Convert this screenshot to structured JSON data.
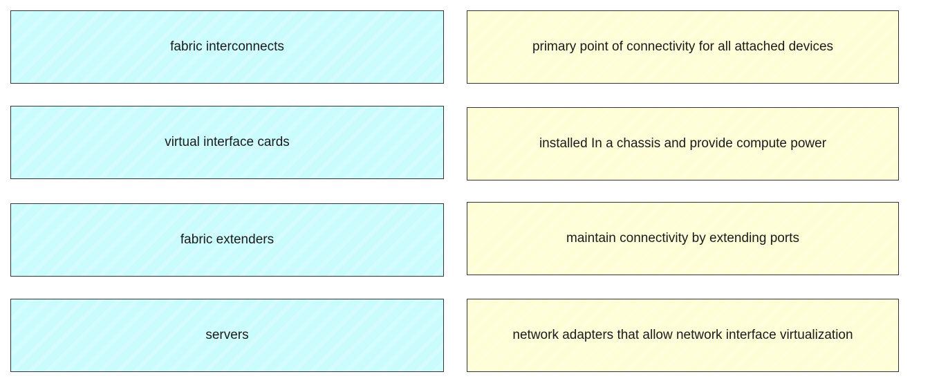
{
  "terms": [
    "fabric interconnects",
    "virtual interface cards",
    "fabric extenders",
    "servers"
  ],
  "descriptions": [
    "primary point of connectivity for all attached devices",
    "installed In a chassis and provide compute power",
    "maintain connectivity by extending ports",
    "network adapters that allow network interface virtualization"
  ],
  "colors": {
    "term_bg": "#cafcfe",
    "description_bg": "#fefed6"
  }
}
